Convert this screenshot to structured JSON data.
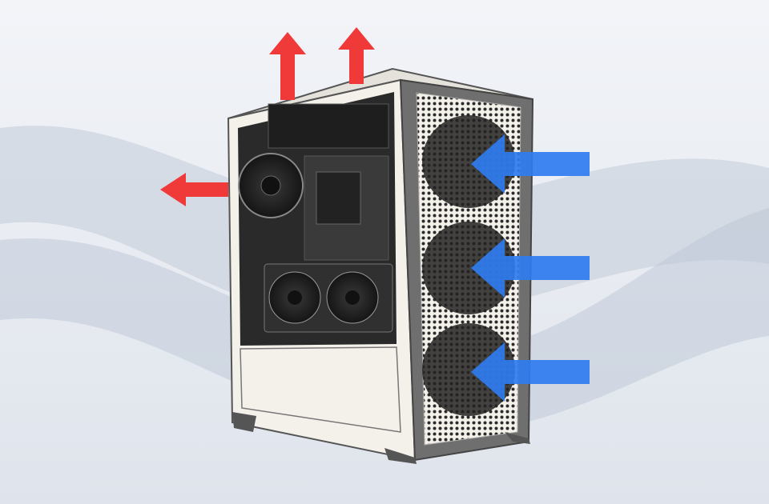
{
  "illustration": {
    "subject": "pc-case-airflow",
    "colors": {
      "background": "#e9ecf2",
      "exhaust_arrow": "#f03a3a",
      "intake_arrow": "#2f7cf0",
      "case_panel": "#f3f1ea",
      "case_frame": "#6f6f6f",
      "interior": "#2a2a2a"
    },
    "arrows": [
      {
        "type": "exhaust",
        "direction": "up",
        "icon": "arrow-up-icon"
      },
      {
        "type": "exhaust",
        "direction": "up",
        "icon": "arrow-up-icon"
      },
      {
        "type": "exhaust",
        "direction": "left",
        "icon": "arrow-left-icon"
      },
      {
        "type": "intake",
        "direction": "left",
        "icon": "arrow-left-icon"
      },
      {
        "type": "intake",
        "direction": "left",
        "icon": "arrow-left-icon"
      },
      {
        "type": "intake",
        "direction": "left",
        "icon": "arrow-left-icon"
      }
    ],
    "fans": {
      "front_intake": 3,
      "rear_exhaust": 1,
      "top_radiator": 1,
      "gpu": 2
    }
  }
}
